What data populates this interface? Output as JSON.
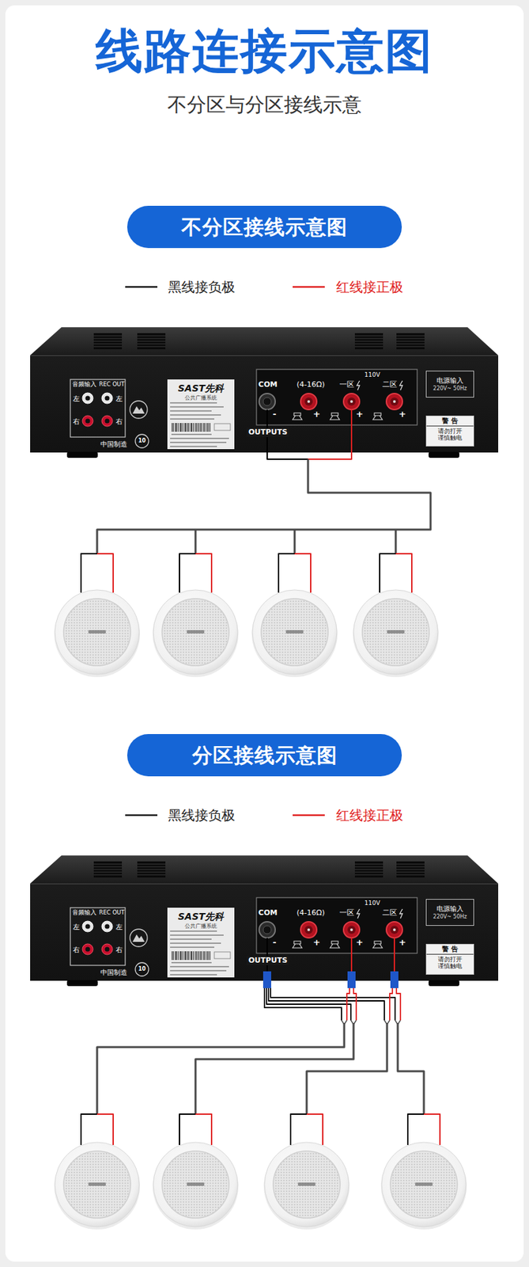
{
  "diagram": {
    "title": "线路连接示意图",
    "nodes": [
      {
        "text": [
          "不分区接线示意图"
        ]
      },
      {
        "text": [
          "SAST先科",
          "公共广播系统"
        ]
      },
      {
        "text": [
          "电源输入",
          "220V~ 50Hz"
        ]
      },
      {
        "text": [
          "警 告",
          "请勿打开 谨慎触电"
        ]
      },
      {
        "text": [
          "分区接线示意图"
        ]
      },
      {
        "text": [
          "SAST先科",
          "公共广播系统"
        ]
      },
      {
        "text": [
          "电源输入",
          "220V~ 50Hz"
        ]
      },
      {
        "text": [
          "警 告",
          "请勿打开 谨慎触电"
        ]
      }
    ],
    "labels": [
      "不分区与分区接线示意",
      "音频输入",
      "REC OUT",
      "左",
      "左",
      "右",
      "右",
      "中国制造",
      "10",
      "COM",
      "(4-16Ω)",
      "110V",
      "一区",
      "二区",
      "-",
      "+",
      "+",
      "+",
      "OUTPUTS",
      "音频输入",
      "REC OUT",
      "左",
      "左",
      "右",
      "右",
      "中国制造",
      "10",
      "COM",
      "(4-16Ω)",
      "110V",
      "一区",
      "二区",
      "-",
      "+",
      "+",
      "+",
      "OUTPUTS"
    ],
    "legend": [
      {
        "text": "黑线接负极"
      },
      {
        "text": "红线接正极"
      },
      {
        "text": "黑线接负极"
      },
      {
        "text": "红线接正极"
      }
    ]
  }
}
